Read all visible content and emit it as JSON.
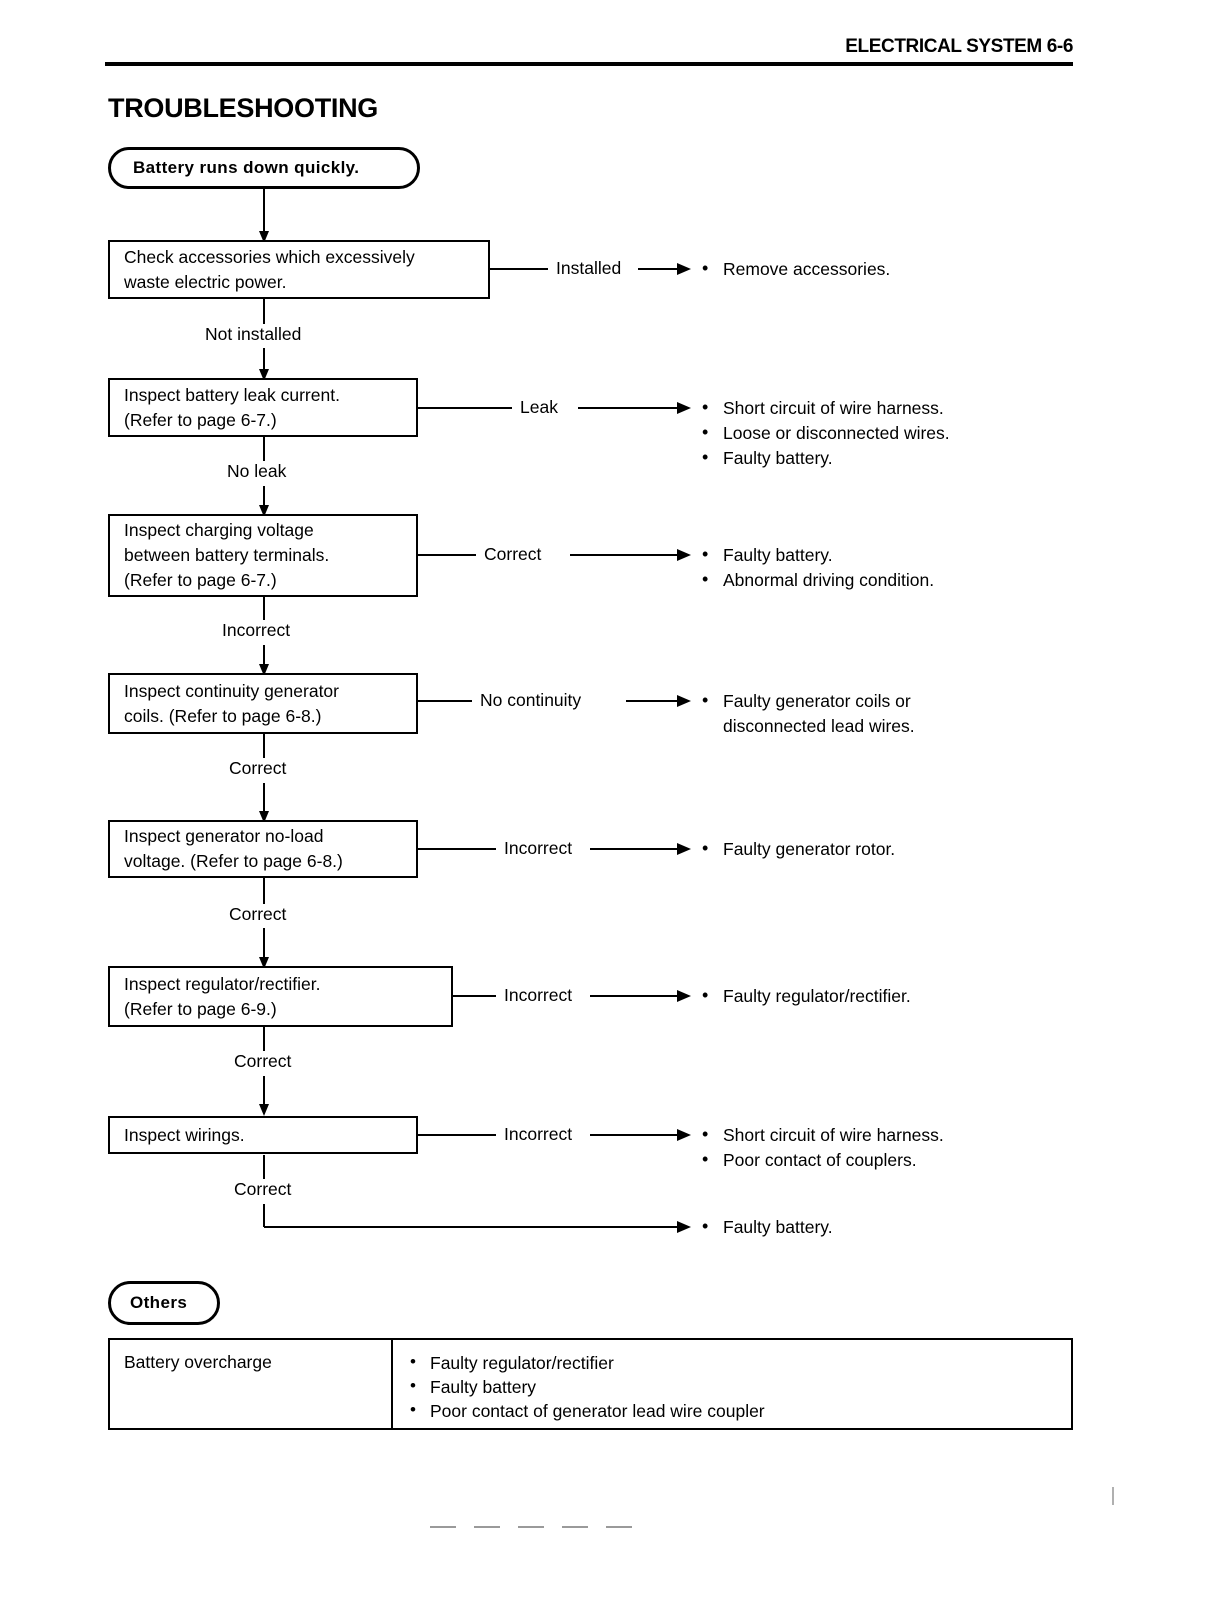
{
  "header": {
    "title": "ELECTRICAL SYSTEM 6-6"
  },
  "section": {
    "title": "TROUBLESHOOTING"
  },
  "flowchart": {
    "start_node": "Battery runs down quickly.",
    "steps": [
      {
        "id": "check-accessories",
        "lines": [
          "Check accessories which excessively",
          "waste electric power."
        ],
        "branch_right_label": "Installed",
        "branch_down_label": "Not installed",
        "outcomes": [
          "Remove accessories."
        ]
      },
      {
        "id": "inspect-battery-leak-current",
        "lines": [
          "Inspect battery leak current.",
          "(Refer to page 6-7.)"
        ],
        "branch_right_label": "Leak",
        "branch_down_label": "No leak",
        "outcomes": [
          "Short circuit of wire harness.",
          "Loose or disconnected wires.",
          "Faulty battery."
        ]
      },
      {
        "id": "inspect-charging-voltage",
        "lines": [
          "Inspect charging voltage",
          "between battery terminals.",
          "(Refer to page 6-7.)"
        ],
        "branch_right_label": "Correct",
        "branch_down_label": "Incorrect",
        "outcomes": [
          "Faulty battery.",
          "Abnormal driving condition."
        ]
      },
      {
        "id": "inspect-continuity-generator-coils",
        "lines": [
          "Inspect continuity generator",
          "coils. (Refer to page 6-8.)"
        ],
        "branch_right_label": "No continuity",
        "branch_down_label": "Correct",
        "outcomes": [
          "Faulty generator coils or"
        ],
        "outcome_continuation": "disconnected lead wires."
      },
      {
        "id": "inspect-generator-no-load-voltage",
        "lines": [
          "Inspect generator no-load",
          "voltage. (Refer to page 6-8.)"
        ],
        "branch_right_label": "Incorrect",
        "branch_down_label": "Correct",
        "outcomes": [
          "Faulty generator rotor."
        ]
      },
      {
        "id": "inspect-regulator-rectifier",
        "lines": [
          "Inspect regulator/rectifier.",
          "(Refer to page 6-9.)"
        ],
        "branch_right_label": "Incorrect",
        "branch_down_label": "Correct",
        "outcomes": [
          "Faulty regulator/rectifier."
        ]
      },
      {
        "id": "inspect-wirings",
        "lines": [
          "Inspect wirings."
        ],
        "branch_right_label": "Incorrect",
        "branch_down_label": "Correct",
        "outcomes": [
          "Short circuit of wire harness.",
          "Poor contact of couplers."
        ]
      }
    ],
    "final_outcome": "Faulty battery."
  },
  "others": {
    "node_label": "Others",
    "rows": [
      {
        "symptom": "Battery overcharge",
        "causes": [
          "Faulty regulator/rectifier",
          "Faulty battery",
          "Poor contact of generator lead wire coupler"
        ]
      }
    ]
  }
}
